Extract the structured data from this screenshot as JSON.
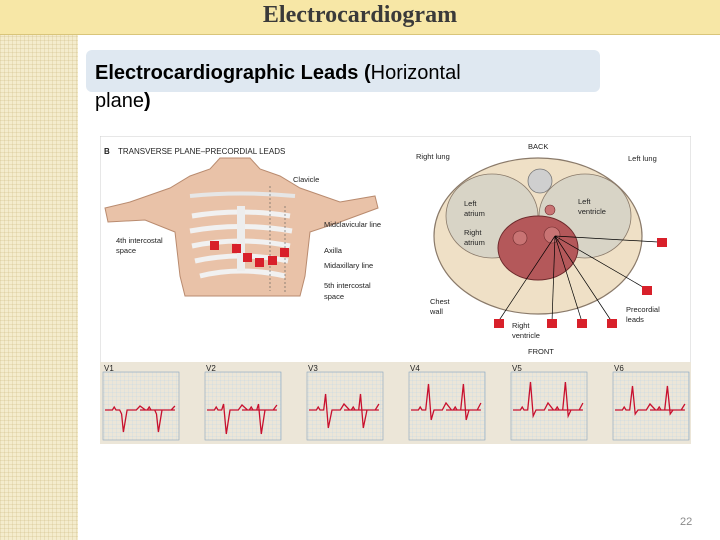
{
  "slide": {
    "title": "Electrocardiogram",
    "subtitle_bold": "Electrocardiographic Leads",
    "subtitle_paren_open": " (",
    "subtitle_rest": "Horizontal",
    "subtitle_line2": "plane",
    "subtitle_paren_close": ")",
    "page_number": "22"
  },
  "figure": {
    "panel_label": "B",
    "panel_title": "TRANSVERSE PLANE–PRECORDIAL LEADS",
    "body_labels": {
      "clavicle": "Clavicle",
      "midclavicular": "Midclavicular line",
      "fourth_ics_1": "4th intercostal",
      "fourth_ics_2": "space",
      "axilla": "Axilla",
      "midaxillary": "Midaxillary line",
      "fifth_ics_1": "5th intercostal",
      "fifth_ics_2": "space"
    },
    "cross_section_labels": {
      "back": "BACK",
      "front": "FRONT",
      "right_lung": "Right lung",
      "left_lung": "Left lung",
      "left_atrium_1": "Left",
      "left_atrium_2": "atrium",
      "left_ventricle_1": "Left",
      "left_ventricle_2": "ventricle",
      "right_atrium_1": "Right",
      "right_atrium_2": "atrium",
      "chest_wall_1": "Chest",
      "chest_wall_2": "wall",
      "right_ventricle_1": "Right",
      "right_ventricle_2": "ventricle",
      "precordial_1": "Precordial",
      "precordial_2": "leads"
    },
    "lead_letter": "V",
    "leads": [
      "1",
      "2",
      "3",
      "4",
      "5",
      "6"
    ],
    "colors": {
      "lead_marker": "#d8202a",
      "ecg_trace": "#c8102e",
      "skin": "#e9c2a8",
      "heart": "#b4585a"
    }
  }
}
